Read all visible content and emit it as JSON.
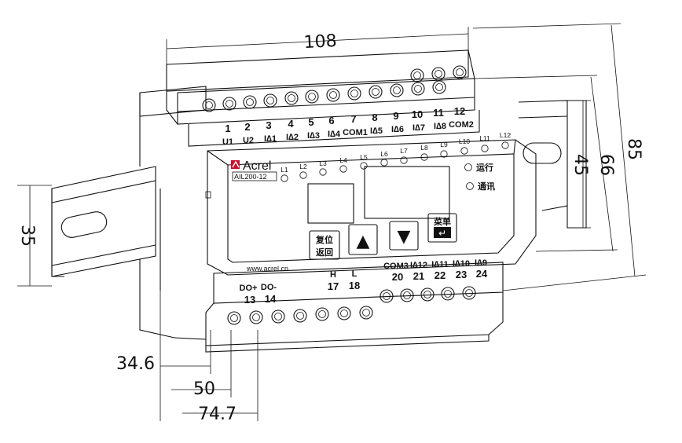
{
  "dimensions": {
    "width_total": "108",
    "height_total": "85",
    "height_body": "66",
    "height_front": "45",
    "rail_height": "35",
    "depth_1": "34.6",
    "depth_2": "50",
    "depth_3": "74.7"
  },
  "top_terminals": {
    "numbers": [
      "1",
      "2",
      "3",
      "4",
      "5",
      "6",
      "7",
      "8",
      "9",
      "10",
      "11",
      "12"
    ],
    "signals": [
      "U1",
      "U2",
      "I∆1",
      "I∆2",
      "I∆3",
      "I∆4",
      "COM1",
      "I∆5",
      "I∆6",
      "I∆7",
      "I∆8",
      "COM2"
    ]
  },
  "bottom_terminals": {
    "signals": [
      "DO+",
      "DO-",
      "H",
      "L",
      "COM3",
      "I∆12",
      "I∆11",
      "I∆10",
      "I∆9"
    ],
    "numbers": [
      "13",
      "14",
      "17",
      "18",
      "20",
      "21",
      "22",
      "23",
      "24"
    ]
  },
  "panel": {
    "brand": "Acrel",
    "model": "AIL200-12",
    "website": "www.acrel.cn",
    "leds": [
      "L1",
      "L2",
      "L3",
      "L4",
      "L5",
      "L6",
      "L7",
      "L8",
      "L9",
      "L10",
      "L11",
      "L12"
    ],
    "status_run": "运行",
    "status_comm": "通讯",
    "reset_top": "复位",
    "reset_bottom": "返回",
    "up_arrow": "▲",
    "down_arrow": "▼",
    "menu_top": "菜单",
    "enter_symbol": "↵"
  }
}
